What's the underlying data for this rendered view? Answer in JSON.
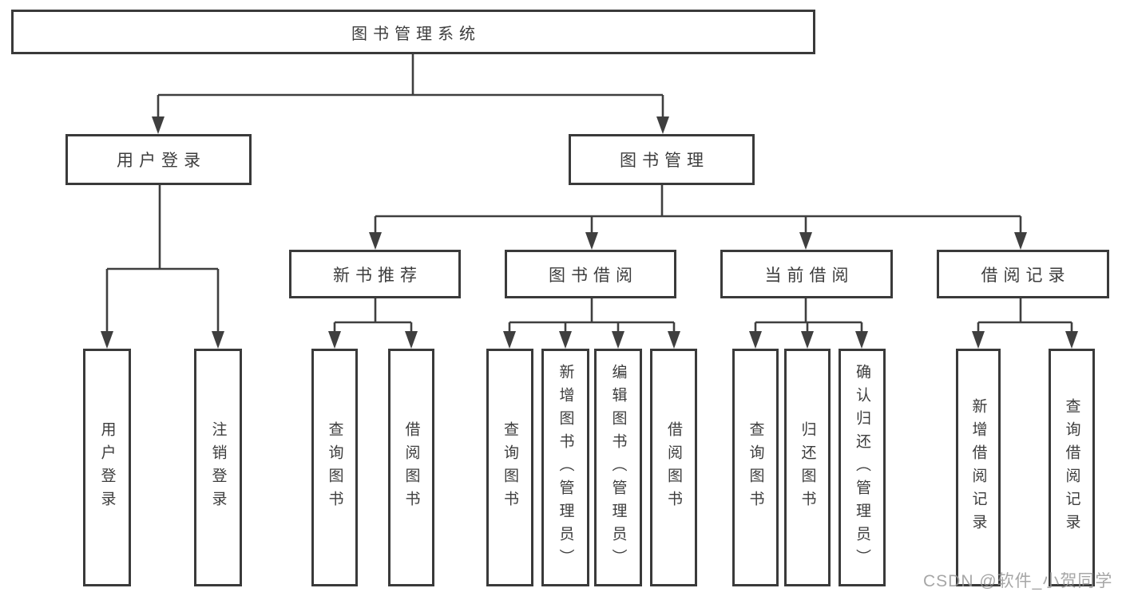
{
  "diagram_type": "tree",
  "tree": {
    "label": "图书管理系统",
    "children": [
      {
        "label": "用户登录",
        "children": [
          {
            "label": "用户登录"
          },
          {
            "label": "注销登录"
          }
        ]
      },
      {
        "label": "图书管理",
        "children": [
          {
            "label": "新书推荐",
            "children": [
              {
                "label": "查询图书"
              },
              {
                "label": "借阅图书"
              }
            ]
          },
          {
            "label": "图书借阅",
            "children": [
              {
                "label": "查询图书"
              },
              {
                "label": "新增图书（管理员）"
              },
              {
                "label": "编辑图书（管理员）"
              },
              {
                "label": "借阅图书"
              }
            ]
          },
          {
            "label": "当前借阅",
            "children": [
              {
                "label": "查询图书"
              },
              {
                "label": "归还图书"
              },
              {
                "label": "确认归还（管理员）"
              }
            ]
          },
          {
            "label": "借阅记录",
            "children": [
              {
                "label": "新增借阅记录"
              },
              {
                "label": "查询借阅记录"
              }
            ]
          }
        ]
      }
    ]
  },
  "watermark": {
    "text": "CSDN @软件_小贺同学"
  },
  "colors": {
    "background": "#ffffff",
    "box_border": "#3a3a3a",
    "line": "#3f3f3f",
    "text": "#3d3d3d",
    "watermark": "#a8a8a8"
  }
}
